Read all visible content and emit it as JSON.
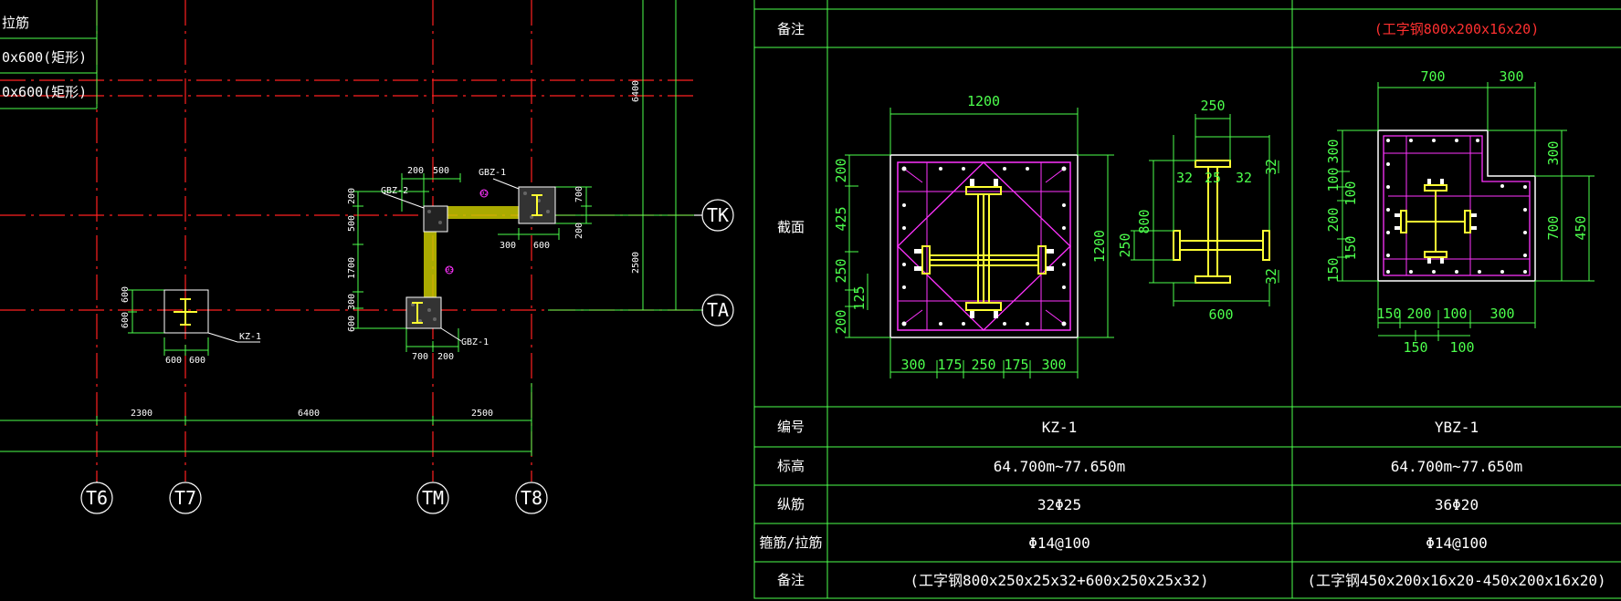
{
  "colors": {
    "background": "#000000",
    "grid_axis": "#ff2020",
    "dimension": "#4dff4d",
    "rebar": "#ff33ff",
    "steel_section": "#ffff33",
    "text": "#ffffff",
    "highlight_text": "#ff3030"
  },
  "plan": {
    "legend_rows": [
      "拉筋",
      "0x600(矩形)",
      "0x600(矩形)"
    ],
    "axis_bubbles": [
      "T6",
      "T7",
      "TM",
      "T8",
      "TK",
      "TA"
    ],
    "column_tags": {
      "kz1": "KZ-1",
      "gbz1_top": "GBZ-1",
      "gbz2": "GBZ-2",
      "gbz1_bottom": "GBZ-1"
    },
    "dims": {
      "kz_left_a": "600",
      "kz_left_b": "600",
      "kz_bottom_a": "600",
      "kz_bottom_b": "600",
      "core_top_200": "200",
      "core_top_500": "500",
      "core_left_200": "200",
      "core_left_500": "500",
      "core_left_1700": "1700",
      "core_left_300": "300",
      "core_left_600": "600",
      "core_bottom_700": "700",
      "core_bottom_200": "200",
      "core_right_300": "300",
      "core_right_600": "600",
      "core_right_700": "700",
      "core_right_200": "200",
      "vert_6400": "6400",
      "vert_2500": "2500",
      "span_2300": "2300",
      "span_6400": "6400",
      "span_2500": "2500",
      "tag_circle_02": "02",
      "tag_circle_03": "03"
    }
  },
  "table": {
    "row_labels": {
      "remark_top": "备注",
      "section": "截面",
      "number": "编号",
      "elevation": "标高",
      "longitudinal": "纵筋",
      "stirrup": "箍筋/拉筋",
      "remark_bottom": "备注"
    },
    "header_remark_right": "(工字钢800x200x16x20)",
    "columns": [
      {
        "number": "KZ-1",
        "elevation": "64.700m~77.650m",
        "longitudinal": "32Φ25",
        "stirrup": "Φ14@100",
        "remark": "(工字钢800x250x25x32+600x250x25x32)"
      },
      {
        "number": "YBZ-1",
        "elevation": "64.700m~77.650m",
        "longitudinal": "36Φ20",
        "stirrup": "Φ14@100",
        "remark": "(工字钢450x200x16x20-450x200x16x20)"
      }
    ]
  },
  "kz1_section": {
    "top": "1200",
    "bottom": [
      "300",
      "175",
      "250",
      "175",
      "300"
    ],
    "left": [
      "200",
      "425",
      "250",
      "125",
      "200"
    ],
    "right": "1200"
  },
  "steel_detail": {
    "top": "250",
    "flange_32_left": "32",
    "web_25": "25",
    "flange_32_right": "32",
    "left_800": "800",
    "left_250": "250",
    "bottom_600": "600",
    "right_32_top": "32",
    "right_32_bottom": "32"
  },
  "ybz1_section": {
    "top": [
      "700",
      "300"
    ],
    "left": [
      "300",
      "100",
      "100",
      "200",
      "150",
      "150"
    ],
    "right_300": "300",
    "right_700": "700",
    "far_right_450": "450",
    "bottom_row1": [
      "150",
      "200",
      "100",
      "300"
    ],
    "bottom_row2": [
      "150",
      "100"
    ]
  }
}
